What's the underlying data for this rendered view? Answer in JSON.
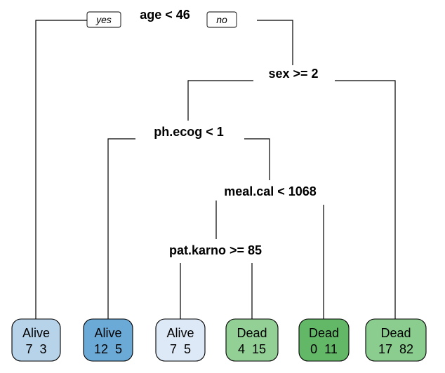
{
  "tree": {
    "root": {
      "label": "age < 46",
      "yes_label": "yes",
      "no_label": "no"
    },
    "splits": [
      {
        "id": "sex",
        "label": "sex >= 2"
      },
      {
        "id": "ph_ecog",
        "label": "ph.ecog < 1"
      },
      {
        "id": "meal_cal",
        "label": "meal.cal < 1068"
      },
      {
        "id": "pat_karno",
        "label": "pat.karno >= 85"
      }
    ],
    "leaves": [
      {
        "class_label": "Alive",
        "counts": "7  3",
        "color": "#b7d3ea"
      },
      {
        "class_label": "Alive",
        "counts": "12  5",
        "color": "#6baad7"
      },
      {
        "class_label": "Alive",
        "counts": "7  5",
        "color": "#dde9f6"
      },
      {
        "class_label": "Dead",
        "counts": "4  15",
        "color": "#93d096"
      },
      {
        "class_label": "Dead",
        "counts": "0  11",
        "color": "#63b867"
      },
      {
        "class_label": "Dead",
        "counts": "17  82",
        "color": "#8bcd8e"
      }
    ]
  }
}
